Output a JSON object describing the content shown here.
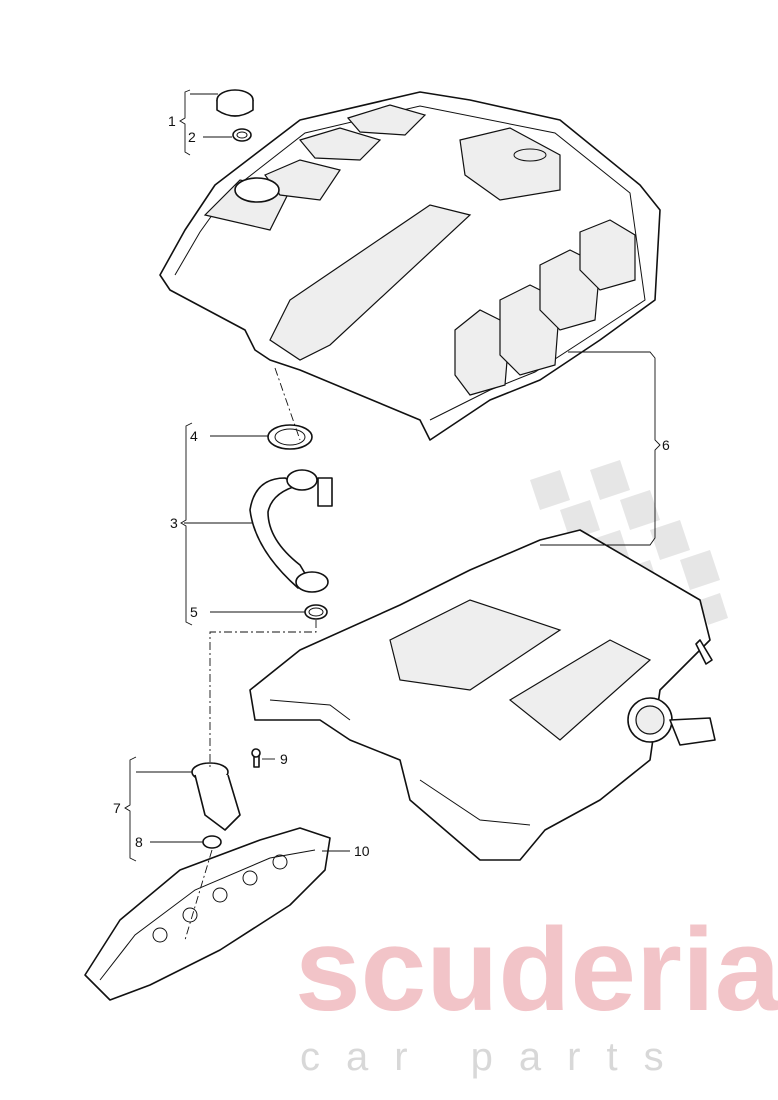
{
  "diagram": {
    "labels": [
      "1",
      "2",
      "3",
      "4",
      "5",
      "6",
      "7",
      "8",
      "9",
      "10"
    ]
  },
  "watermark": {
    "brand": "scuderia",
    "subtitle": "car parts"
  }
}
